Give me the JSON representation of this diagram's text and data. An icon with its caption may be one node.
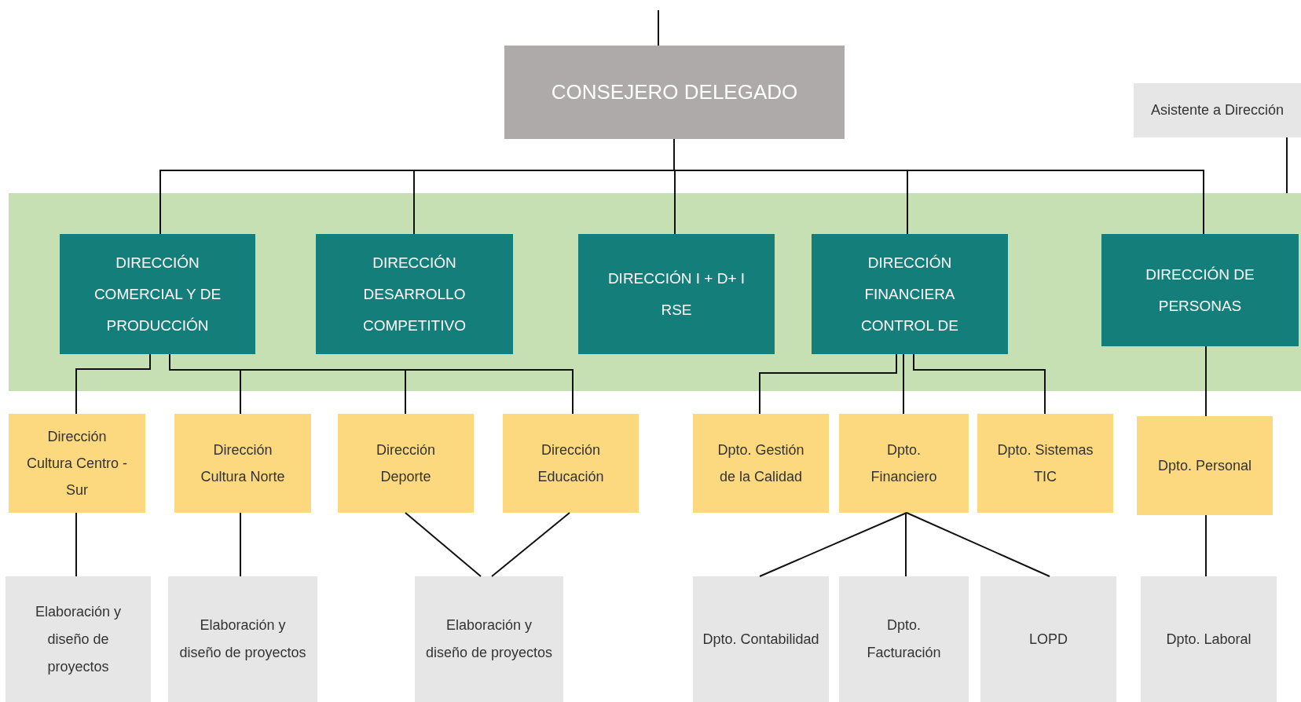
{
  "diagram": {
    "nodes": [
      {
        "text": [
          "CONSEJERO DELEGADO"
        ]
      },
      {
        "text": [
          "Asistente a Dirección"
        ]
      },
      {
        "text": [],
        "shape": "box"
      },
      {
        "text": [
          "DIRECCIÓN COMERCIAL Y DE PRODUCCIÓN"
        ],
        "in": 2
      },
      {
        "text": [
          "DIRECCIÓN DESARROLLO COMPETITIVO"
        ],
        "in": 2
      },
      {
        "text": [
          "DIRECCIÓN I + D+ I RSE"
        ],
        "in": 2
      },
      {
        "text": [
          "DIRECCIÓN FINANCIERA CONTROL DE"
        ],
        "in": 2
      },
      {
        "text": [
          "DIRECCIÓN DE PERSONAS"
        ],
        "in": 2
      },
      {
        "text": [
          "Dirección Cultura Centro - Sur"
        ]
      },
      {
        "text": [
          "Dirección Cultura Norte"
        ]
      },
      {
        "text": [
          "Dirección Deporte"
        ]
      },
      {
        "text": [
          "Dirección Educación"
        ]
      },
      {
        "text": [
          "Dpto. Gestión de la Calidad"
        ]
      },
      {
        "text": [
          "Dpto. Financiero"
        ]
      },
      {
        "text": [
          "Dpto. Sistemas TIC"
        ]
      },
      {
        "text": [
          "Dpto. Personal"
        ]
      },
      {
        "text": [
          "Elaboración y diseño de proyectos"
        ]
      },
      {
        "text": [
          "Elaboración y diseño de proyectos"
        ]
      },
      {
        "text": [
          "Elaboración y diseño de proyectos"
        ]
      },
      {
        "text": [
          "Dpto. Contabilidad"
        ]
      },
      {
        "text": [
          "Dpto. Facturación"
        ]
      },
      {
        "text": [
          "LOPD"
        ]
      },
      {
        "text": [
          "Dpto. Laboral"
        ]
      }
    ],
    "edges": [
      {
        "from": null,
        "to": 0,
        "arrow": "none"
      },
      {
        "from": 0,
        "to": 3,
        "arrow": "none"
      },
      {
        "from": 0,
        "to": 4,
        "arrow": "none"
      },
      {
        "from": 0,
        "to": 5,
        "arrow": "none"
      },
      {
        "from": 0,
        "to": 6,
        "arrow": "none"
      },
      {
        "from": 0,
        "to": 7,
        "arrow": "none"
      },
      {
        "from": 1,
        "to": 2,
        "arrow": "none"
      },
      {
        "from": 3,
        "to": 8,
        "arrow": "none"
      },
      {
        "from": 3,
        "to": 9,
        "arrow": "none"
      },
      {
        "from": 3,
        "to": 10,
        "arrow": "none"
      },
      {
        "from": 3,
        "to": 11,
        "arrow": "none"
      },
      {
        "from": 6,
        "to": 12,
        "arrow": "none"
      },
      {
        "from": 6,
        "to": 13,
        "arrow": "none"
      },
      {
        "from": 6,
        "to": 14,
        "arrow": "none"
      },
      {
        "from": 7,
        "to": 15,
        "arrow": "none"
      },
      {
        "from": 8,
        "to": 16,
        "arrow": "none"
      },
      {
        "from": 9,
        "to": 17,
        "arrow": "none"
      },
      {
        "from": 10,
        "to": 18,
        "arrow": "none"
      },
      {
        "from": 11,
        "to": 18,
        "arrow": "none"
      },
      {
        "from": 13,
        "to": 19,
        "arrow": "none"
      },
      {
        "from": 13,
        "to": 20,
        "arrow": "none"
      },
      {
        "from": 13,
        "to": 21,
        "arrow": "none"
      },
      {
        "from": 15,
        "to": 22,
        "arrow": "none"
      }
    ]
  }
}
